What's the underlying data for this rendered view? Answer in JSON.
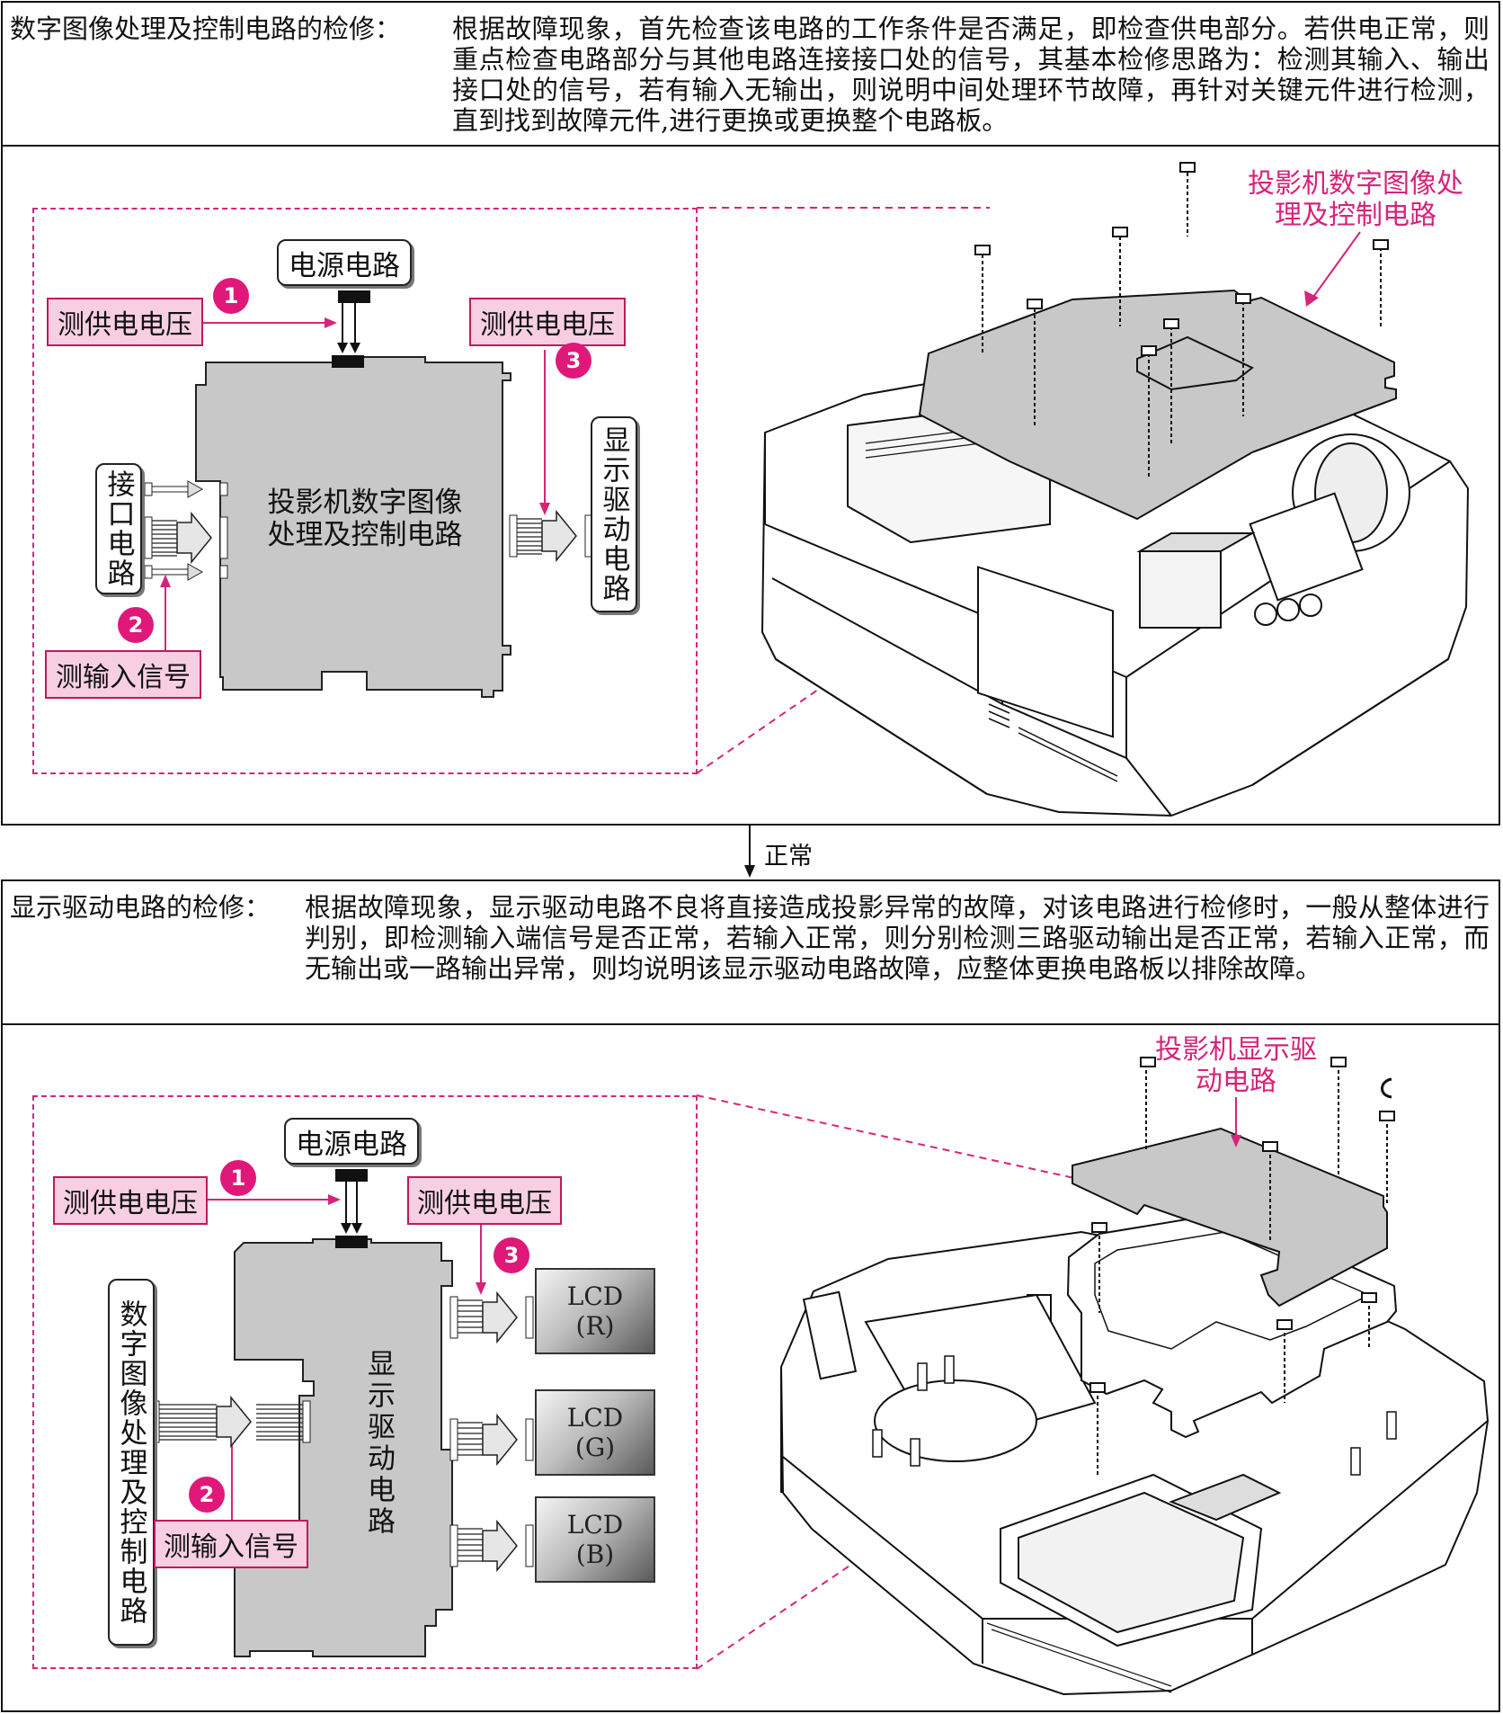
{
  "section1": {
    "label": "数字图像处理及控制电路的检修：",
    "body": "根据故障现象，首先检查该电路的工作条件是否满足，即检查供电部分。若供电正常，则重点检查电路部分与其他电路连接接口处的信号，其基本检修思路为：检测其输入、输出接口处的信号，若有输入无输出，则说明中间处理环节故障，再针对关键元件进行检测，直到找到故障元件,进行更换或更换整个电路板。"
  },
  "diagram1": {
    "power": "电源电路",
    "board": "投影机数字图像处理及控制电路",
    "interface": "接口电路",
    "display_driver": "显示驱动电路",
    "steps": [
      {
        "num": "1",
        "label": "测供电电压"
      },
      {
        "num": "2",
        "label": "测输入信号"
      },
      {
        "num": "3",
        "label": "测供电电压"
      }
    ],
    "callout": "投影机数字图像处理及控制电路"
  },
  "flow": {
    "normal": "正常"
  },
  "section2": {
    "label": "显示驱动电路的检修：",
    "body": "根据故障现象，显示驱动电路不良将直接造成投影异常的故障，对该电路进行检修时，一般从整体进行判别，即检测输入端信号是否正常，若输入正常，则分别检测三路驱动输出是否正常，若输入正常，而无输出或一路输出异常，则均说明该显示驱动电路故障，应整体更换电路板以排除故障。"
  },
  "diagram2": {
    "power": "电源电路",
    "board": "显示驱动电路",
    "source": "数字图像处理及控制电路",
    "steps": [
      {
        "num": "1",
        "label": "测供电电压"
      },
      {
        "num": "2",
        "label": "测输入信号"
      },
      {
        "num": "3",
        "label": "测供电电压"
      }
    ],
    "lcds": [
      {
        "name": "LCD",
        "ch": "(R)"
      },
      {
        "name": "LCD",
        "ch": "(G)"
      },
      {
        "name": "LCD",
        "ch": "(B)"
      }
    ],
    "callout": "投影机显示驱动电路"
  },
  "colors": {
    "accent": "#d6247a",
    "pink_fill": "#f8cfe2",
    "board_gray": "#c8c8c8"
  }
}
